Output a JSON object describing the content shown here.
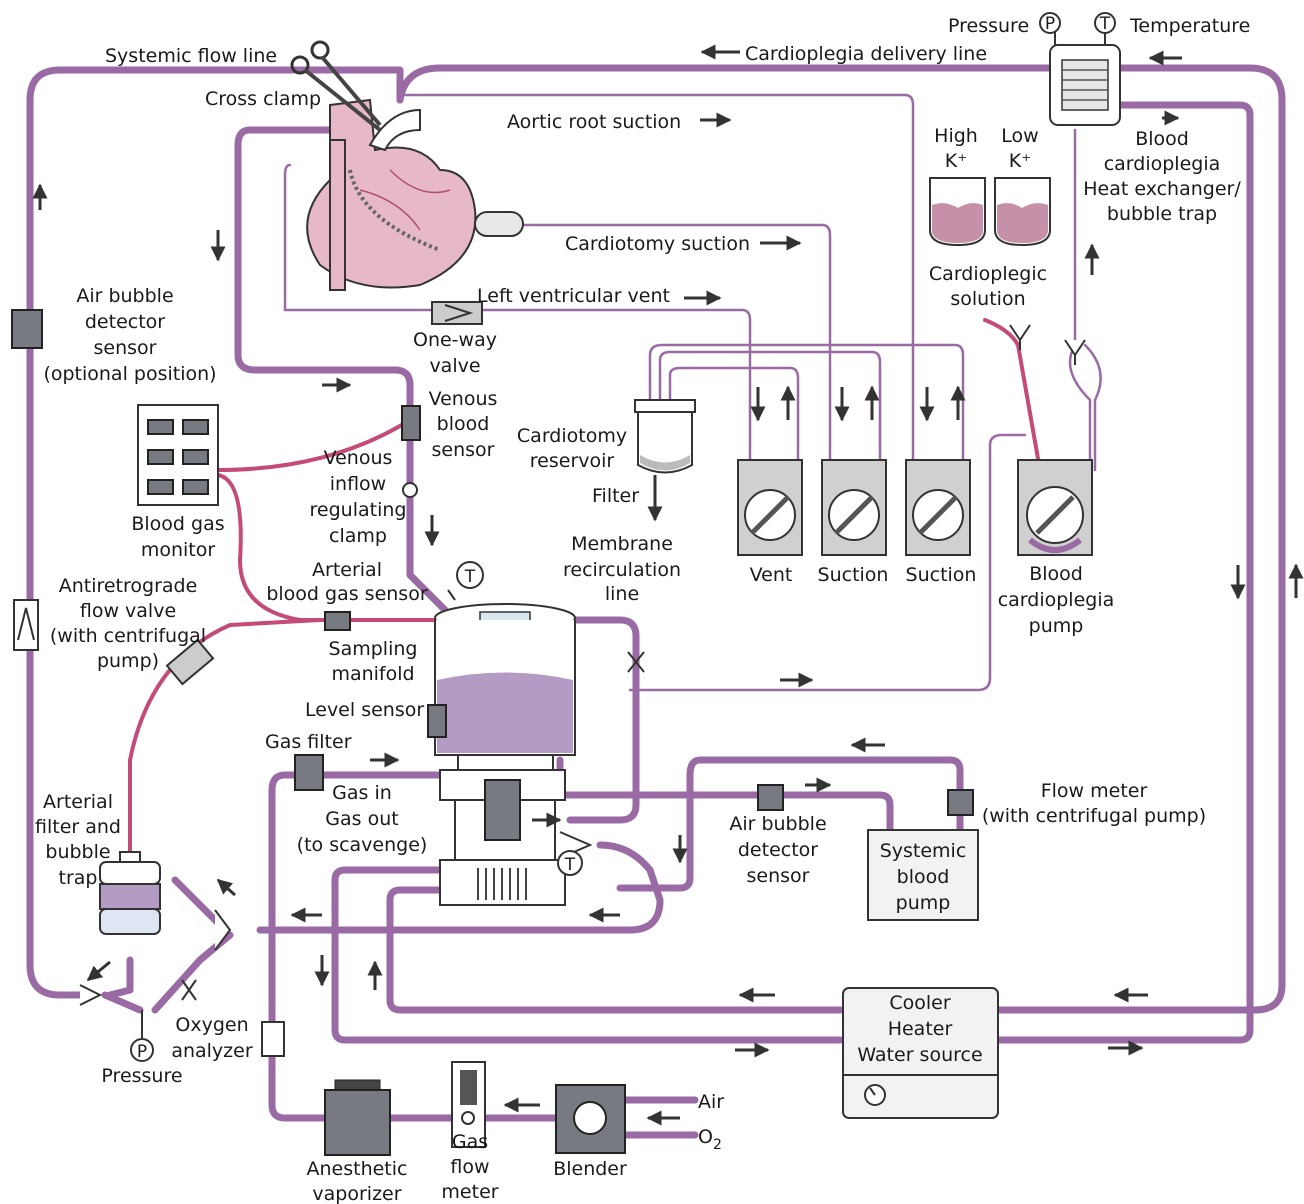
{
  "labels": {
    "systemic_flow_line": "Systemic flow line",
    "cross_clamp": "Cross clamp",
    "cardioplegia_delivery_line": "Cardioplegia delivery line",
    "pressure_top": "Pressure",
    "temperature_top": "Temperature",
    "aortic_root_suction": "Aortic root suction",
    "cardiotomy_suction": "Cardiotomy suction",
    "left_ventricular_vent": "Left ventricular vent",
    "one_way_valve": [
      "One-way",
      "valve"
    ],
    "high_k": [
      "High",
      "K⁺"
    ],
    "low_k": [
      "Low",
      "K⁺"
    ],
    "blood_cardioplegia_hx": [
      "Blood",
      "cardioplegia",
      "Heat exchanger/",
      "bubble trap"
    ],
    "cardioplegic_solution": [
      "Cardioplegic",
      "solution"
    ],
    "air_bubble_detector_optional": [
      "Air bubble",
      "detector",
      "sensor",
      "(optional position)"
    ],
    "venous_blood_sensor": [
      "Venous",
      "blood",
      "sensor"
    ],
    "cardiotomy_reservoir": [
      "Cardiotomy",
      "reservoir"
    ],
    "filter": "Filter",
    "venous_inflow_clamp": [
      "Venous",
      "inflow",
      "regulating",
      "clamp"
    ],
    "blood_gas_monitor": [
      "Blood gas",
      "monitor"
    ],
    "arterial_blood_gas_sensor": [
      "Arterial",
      "blood gas sensor"
    ],
    "membrane_recirculation_line": [
      "Membrane",
      "recirculation",
      "line"
    ],
    "vent": "Vent",
    "suction_1": "Suction",
    "suction_2": "Suction",
    "blood_cardioplegia_pump": [
      "Blood",
      "cardioplegia",
      "pump"
    ],
    "antiretrograde_valve": [
      "Antiretrograde",
      "flow valve",
      "(with centrifugal",
      "pump)"
    ],
    "sampling_manifold": [
      "Sampling",
      "manifold"
    ],
    "level_sensor": "Level sensor",
    "gas_filter": "Gas filter",
    "gas_in_out": [
      "Gas in",
      "Gas out",
      "(to scavenge)"
    ],
    "arterial_filter": [
      "Arterial",
      "filter and",
      "bubble",
      "trap"
    ],
    "air_bubble_detector": [
      "Air bubble",
      "detector",
      "sensor"
    ],
    "flow_meter": [
      "Flow meter",
      "(with centrifugal pump)"
    ],
    "systemic_blood_pump": [
      "Systemic",
      "blood",
      "pump"
    ],
    "cooler_heater": [
      "Cooler",
      "Heater",
      "Water source"
    ],
    "oxygen_analyzer": [
      "Oxygen",
      "analyzer"
    ],
    "pressure_bottom": "Pressure",
    "anesthetic_vaporizer": [
      "Anesthetic",
      "vaporizer"
    ],
    "gas_flow_meter": [
      "Gas",
      "flow",
      "meter"
    ],
    "blender": "Blender",
    "air": "Air",
    "o2": "O",
    "o2_sub": "2",
    "p_symbol": "P",
    "t_symbol": "T"
  },
  "colors": {
    "tube": "#9a6aa5",
    "pink_line": "#c44a78",
    "device": "#777a80",
    "reservoir_fluid": "#b49bc4",
    "heart": "#e7b9c8"
  }
}
